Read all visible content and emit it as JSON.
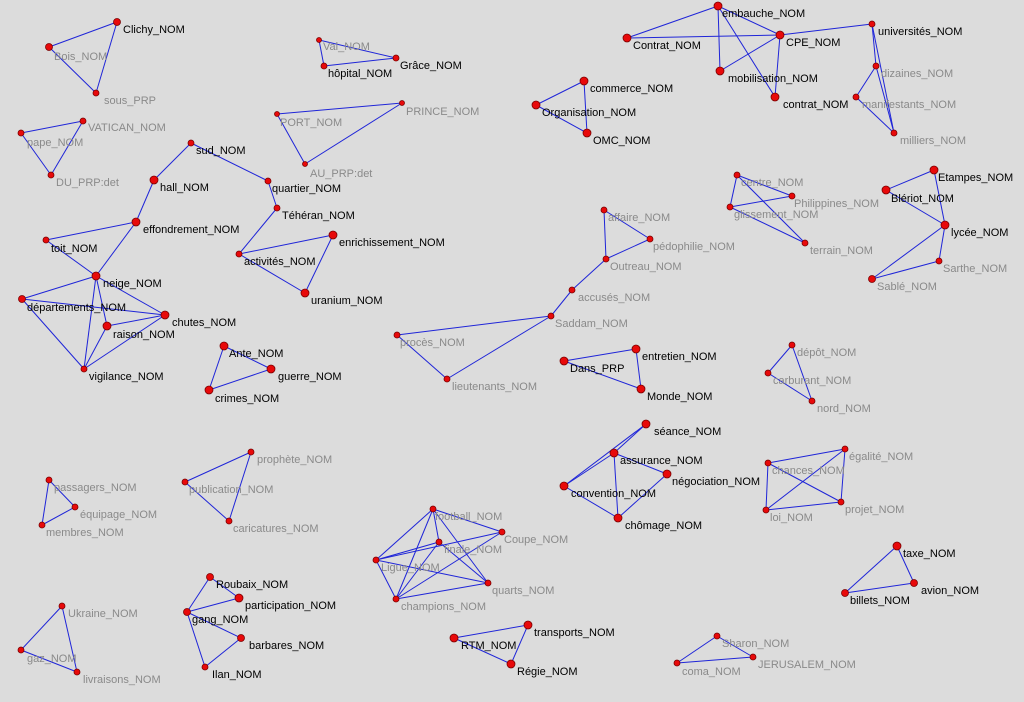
{
  "graph": {
    "nodes": [
      {
        "id": "clichy",
        "label": "Clichy_NOM",
        "strong": true
      },
      {
        "id": "bois",
        "label": "Bois_NOM",
        "strong": false
      },
      {
        "id": "sous",
        "label": "sous_PRP",
        "strong": false
      },
      {
        "id": "val",
        "label": "Val_NOM",
        "strong": false
      },
      {
        "id": "hopital",
        "label": "hôpital_NOM",
        "strong": true
      },
      {
        "id": "grace",
        "label": "Grâce_NOM",
        "strong": true
      },
      {
        "id": "vatican",
        "label": "VATICAN_NOM",
        "strong": false
      },
      {
        "id": "pape",
        "label": "pape_NOM",
        "strong": false
      },
      {
        "id": "du",
        "label": "DU_PRP:det",
        "strong": false
      },
      {
        "id": "port",
        "label": "PORT_NOM",
        "strong": false
      },
      {
        "id": "prince",
        "label": "PRINCE_NOM",
        "strong": false
      },
      {
        "id": "auprp",
        "label": "AU_PRP:det",
        "strong": false
      },
      {
        "id": "sud",
        "label": "sud_NOM",
        "strong": true
      },
      {
        "id": "hall",
        "label": "hall_NOM",
        "strong": true
      },
      {
        "id": "quartier",
        "label": "quartier_NOM",
        "strong": true
      },
      {
        "id": "teheran",
        "label": "Téhéran_NOM",
        "strong": true
      },
      {
        "id": "effondrement",
        "label": "effondrement_NOM",
        "strong": true
      },
      {
        "id": "toit",
        "label": "toit_NOM",
        "strong": true
      },
      {
        "id": "enrichissement",
        "label": "enrichissement_NOM",
        "strong": true
      },
      {
        "id": "activites",
        "label": "activités_NOM",
        "strong": true
      },
      {
        "id": "uranium",
        "label": "uranium_NOM",
        "strong": true
      },
      {
        "id": "neige",
        "label": "neige_NOM",
        "strong": true
      },
      {
        "id": "departements",
        "label": "départements_NOM",
        "strong": true
      },
      {
        "id": "chutes",
        "label": "chutes_NOM",
        "strong": true
      },
      {
        "id": "raison",
        "label": "raison_NOM",
        "strong": true
      },
      {
        "id": "vigilance",
        "label": "vigilance_NOM",
        "strong": true
      },
      {
        "id": "ante",
        "label": "Ante_NOM",
        "strong": true
      },
      {
        "id": "guerre",
        "label": "guerre_NOM",
        "strong": true
      },
      {
        "id": "crimes",
        "label": "crimes_NOM",
        "strong": true
      },
      {
        "id": "embauche",
        "label": "embauche_NOM",
        "strong": true
      },
      {
        "id": "contrat_cap",
        "label": "Contrat_NOM",
        "strong": true
      },
      {
        "id": "cpe",
        "label": "CPE_NOM",
        "strong": true
      },
      {
        "id": "universites",
        "label": "universités_NOM",
        "strong": true
      },
      {
        "id": "mobilisation",
        "label": "mobilisation_NOM",
        "strong": true
      },
      {
        "id": "contrat",
        "label": "contrat_NOM",
        "strong": true
      },
      {
        "id": "dizaines",
        "label": "dizaines_NOM",
        "strong": false
      },
      {
        "id": "manifestants",
        "label": "manifestants_NOM",
        "strong": false
      },
      {
        "id": "milliers",
        "label": "milliers_NOM",
        "strong": false
      },
      {
        "id": "commerce",
        "label": "commerce_NOM",
        "strong": true
      },
      {
        "id": "organisation",
        "label": "Organisation_NOM",
        "strong": true
      },
      {
        "id": "omc",
        "label": "OMC_NOM",
        "strong": true
      },
      {
        "id": "affaire",
        "label": "affaire_NOM",
        "strong": false
      },
      {
        "id": "pedophilie",
        "label": "pédophilie_NOM",
        "strong": false
      },
      {
        "id": "outreau",
        "label": "Outreau_NOM",
        "strong": false
      },
      {
        "id": "accuses",
        "label": "accusés_NOM",
        "strong": false
      },
      {
        "id": "saddam",
        "label": "Saddam_NOM",
        "strong": false
      },
      {
        "id": "proces",
        "label": "procès_NOM",
        "strong": false
      },
      {
        "id": "lieutenants",
        "label": "lieutenants_NOM",
        "strong": false
      },
      {
        "id": "centre",
        "label": "centre_NOM",
        "strong": false
      },
      {
        "id": "philippines",
        "label": "Philippines_NOM",
        "strong": false
      },
      {
        "id": "glissement",
        "label": "glissement_NOM",
        "strong": false
      },
      {
        "id": "terrain",
        "label": "terrain_NOM",
        "strong": false
      },
      {
        "id": "etampes",
        "label": "Etampes_NOM",
        "strong": true
      },
      {
        "id": "bleriot",
        "label": "Blériot_NOM",
        "strong": true
      },
      {
        "id": "lycee",
        "label": "lycée_NOM",
        "strong": true
      },
      {
        "id": "sarthe",
        "label": "Sarthe_NOM",
        "strong": false
      },
      {
        "id": "sable",
        "label": "Sablé_NOM",
        "strong": false
      },
      {
        "id": "entretien",
        "label": "entretien_NOM",
        "strong": true
      },
      {
        "id": "dans",
        "label": "Dans_PRP",
        "strong": true
      },
      {
        "id": "monde",
        "label": "Monde_NOM",
        "strong": true
      },
      {
        "id": "depot",
        "label": "dépôt_NOM",
        "strong": false
      },
      {
        "id": "carburant",
        "label": "carburant_NOM",
        "strong": false
      },
      {
        "id": "nord",
        "label": "nord_NOM",
        "strong": false
      },
      {
        "id": "seance",
        "label": "séance_NOM",
        "strong": true
      },
      {
        "id": "assurance",
        "label": "assurance_NOM",
        "strong": true
      },
      {
        "id": "negociation",
        "label": "négociation_NOM",
        "strong": true
      },
      {
        "id": "convention",
        "label": "convention_NOM",
        "strong": true
      },
      {
        "id": "chomage",
        "label": "chômage_NOM",
        "strong": true
      },
      {
        "id": "chances",
        "label": "chances_NOM",
        "strong": false
      },
      {
        "id": "egalite",
        "label": "égalité_NOM",
        "strong": false
      },
      {
        "id": "loi",
        "label": "loi_NOM",
        "strong": false
      },
      {
        "id": "projet",
        "label": "projet_NOM",
        "strong": false
      },
      {
        "id": "passagers",
        "label": "passagers_NOM",
        "strong": false
      },
      {
        "id": "equipage",
        "label": "équipage_NOM",
        "strong": false
      },
      {
        "id": "membres",
        "label": "membres_NOM",
        "strong": false
      },
      {
        "id": "prophete",
        "label": "prophète_NOM",
        "strong": false
      },
      {
        "id": "publication",
        "label": "publication_NOM",
        "strong": false
      },
      {
        "id": "caricatures",
        "label": "caricatures_NOM",
        "strong": false
      },
      {
        "id": "football",
        "label": "football_NOM",
        "strong": false
      },
      {
        "id": "coupe",
        "label": "Coupe_NOM",
        "strong": false
      },
      {
        "id": "finale",
        "label": "finale_NOM",
        "strong": false
      },
      {
        "id": "ligue",
        "label": "Ligue_NOM",
        "strong": false
      },
      {
        "id": "quarts",
        "label": "quarts_NOM",
        "strong": false
      },
      {
        "id": "champions",
        "label": "champions_NOM",
        "strong": false
      },
      {
        "id": "taxe",
        "label": "taxe_NOM",
        "strong": true
      },
      {
        "id": "avion",
        "label": "avion_NOM",
        "strong": true
      },
      {
        "id": "billets",
        "label": "billets_NOM",
        "strong": true
      },
      {
        "id": "roubaix",
        "label": "Roubaix_NOM",
        "strong": true
      },
      {
        "id": "participation",
        "label": "participation_NOM",
        "strong": true
      },
      {
        "id": "gang",
        "label": "gang_NOM",
        "strong": true
      },
      {
        "id": "barbares",
        "label": "barbares_NOM",
        "strong": true
      },
      {
        "id": "ilan",
        "label": "Ilan_NOM",
        "strong": true
      },
      {
        "id": "transports",
        "label": "transports_NOM",
        "strong": true
      },
      {
        "id": "rtm",
        "label": "RTM_NOM",
        "strong": true
      },
      {
        "id": "regie",
        "label": "Régie_NOM",
        "strong": true
      },
      {
        "id": "sharon",
        "label": "Sharon_NOM",
        "strong": false
      },
      {
        "id": "jerusalem",
        "label": "JERUSALEM_NOM",
        "strong": false
      },
      {
        "id": "coma",
        "label": "coma_NOM",
        "strong": false
      },
      {
        "id": "ukraine",
        "label": "Ukraine_NOM",
        "strong": false
      },
      {
        "id": "gaz",
        "label": "gaz_NOM",
        "strong": false
      },
      {
        "id": "livraisons",
        "label": "livraisons_NOM",
        "strong": false
      }
    ],
    "edges": [
      [
        "clichy",
        "bois"
      ],
      [
        "clichy",
        "sous"
      ],
      [
        "bois",
        "sous"
      ],
      [
        "val",
        "hopital"
      ],
      [
        "val",
        "grace"
      ],
      [
        "hopital",
        "grace"
      ],
      [
        "vatican",
        "pape"
      ],
      [
        "vatican",
        "du"
      ],
      [
        "pape",
        "du"
      ],
      [
        "port",
        "prince"
      ],
      [
        "port",
        "auprp"
      ],
      [
        "prince",
        "auprp"
      ],
      [
        "sud",
        "hall"
      ],
      [
        "sud",
        "quartier"
      ],
      [
        "quartier",
        "teheran"
      ],
      [
        "hall",
        "effondrement"
      ],
      [
        "teheran",
        "activites"
      ],
      [
        "activites",
        "enrichissement"
      ],
      [
        "activites",
        "uranium"
      ],
      [
        "enrichissement",
        "uranium"
      ],
      [
        "effondrement",
        "toit"
      ],
      [
        "effondrement",
        "neige"
      ],
      [
        "toit",
        "neige"
      ],
      [
        "neige",
        "departements"
      ],
      [
        "neige",
        "chutes"
      ],
      [
        "neige",
        "raison"
      ],
      [
        "neige",
        "vigilance"
      ],
      [
        "departements",
        "chutes"
      ],
      [
        "departements",
        "vigilance"
      ],
      [
        "chutes",
        "raison"
      ],
      [
        "chutes",
        "vigilance"
      ],
      [
        "raison",
        "vigilance"
      ],
      [
        "ante",
        "guerre"
      ],
      [
        "ante",
        "crimes"
      ],
      [
        "guerre",
        "crimes"
      ],
      [
        "embauche",
        "contrat_cap"
      ],
      [
        "embauche",
        "cpe"
      ],
      [
        "embauche",
        "mobilisation"
      ],
      [
        "embauche",
        "contrat"
      ],
      [
        "contrat_cap",
        "cpe"
      ],
      [
        "cpe",
        "mobilisation"
      ],
      [
        "cpe",
        "contrat"
      ],
      [
        "cpe",
        "universites"
      ],
      [
        "universites",
        "dizaines"
      ],
      [
        "universites",
        "milliers"
      ],
      [
        "dizaines",
        "manifestants"
      ],
      [
        "manifestants",
        "milliers"
      ],
      [
        "dizaines",
        "milliers"
      ],
      [
        "commerce",
        "organisation"
      ],
      [
        "commerce",
        "omc"
      ],
      [
        "organisation",
        "omc"
      ],
      [
        "affaire",
        "pedophilie"
      ],
      [
        "affaire",
        "outreau"
      ],
      [
        "pedophilie",
        "outreau"
      ],
      [
        "outreau",
        "accuses"
      ],
      [
        "accuses",
        "saddam"
      ],
      [
        "saddam",
        "proces"
      ],
      [
        "saddam",
        "lieutenants"
      ],
      [
        "proces",
        "lieutenants"
      ],
      [
        "centre",
        "philippines"
      ],
      [
        "centre",
        "glissement"
      ],
      [
        "centre",
        "terrain"
      ],
      [
        "glissement",
        "philippines"
      ],
      [
        "glissement",
        "terrain"
      ],
      [
        "etampes",
        "bleriot"
      ],
      [
        "etampes",
        "lycee"
      ],
      [
        "bleriot",
        "lycee"
      ],
      [
        "lycee",
        "sarthe"
      ],
      [
        "lycee",
        "sable"
      ],
      [
        "sarthe",
        "sable"
      ],
      [
        "dans",
        "entretien"
      ],
      [
        "dans",
        "monde"
      ],
      [
        "entretien",
        "monde"
      ],
      [
        "depot",
        "carburant"
      ],
      [
        "depot",
        "nord"
      ],
      [
        "carburant",
        "nord"
      ],
      [
        "seance",
        "assurance"
      ],
      [
        "seance",
        "convention"
      ],
      [
        "assurance",
        "negociation"
      ],
      [
        "assurance",
        "convention"
      ],
      [
        "assurance",
        "chomage"
      ],
      [
        "negociation",
        "chomage"
      ],
      [
        "convention",
        "chomage"
      ],
      [
        "chances",
        "egalite"
      ],
      [
        "chances",
        "loi"
      ],
      [
        "chances",
        "projet"
      ],
      [
        "egalite",
        "loi"
      ],
      [
        "egalite",
        "projet"
      ],
      [
        "loi",
        "projet"
      ],
      [
        "passagers",
        "equipage"
      ],
      [
        "passagers",
        "membres"
      ],
      [
        "equipage",
        "membres"
      ],
      [
        "prophete",
        "publication"
      ],
      [
        "prophete",
        "caricatures"
      ],
      [
        "publication",
        "caricatures"
      ],
      [
        "football",
        "coupe"
      ],
      [
        "football",
        "finale"
      ],
      [
        "football",
        "ligue"
      ],
      [
        "football",
        "quarts"
      ],
      [
        "football",
        "champions"
      ],
      [
        "coupe",
        "ligue"
      ],
      [
        "coupe",
        "champions"
      ],
      [
        "finale",
        "ligue"
      ],
      [
        "finale",
        "quarts"
      ],
      [
        "finale",
        "champions"
      ],
      [
        "ligue",
        "quarts"
      ],
      [
        "ligue",
        "champions"
      ],
      [
        "quarts",
        "champions"
      ],
      [
        "taxe",
        "avion"
      ],
      [
        "taxe",
        "billets"
      ],
      [
        "avion",
        "billets"
      ],
      [
        "roubaix",
        "participation"
      ],
      [
        "roubaix",
        "gang"
      ],
      [
        "participation",
        "gang"
      ],
      [
        "gang",
        "barbares"
      ],
      [
        "gang",
        "ilan"
      ],
      [
        "barbares",
        "ilan"
      ],
      [
        "rtm",
        "transports"
      ],
      [
        "rtm",
        "regie"
      ],
      [
        "transports",
        "regie"
      ],
      [
        "sharon",
        "jerusalem"
      ],
      [
        "sharon",
        "coma"
      ],
      [
        "jerusalem",
        "coma"
      ],
      [
        "ukraine",
        "gaz"
      ],
      [
        "ukraine",
        "livraisons"
      ],
      [
        "gaz",
        "livraisons"
      ]
    ]
  }
}
